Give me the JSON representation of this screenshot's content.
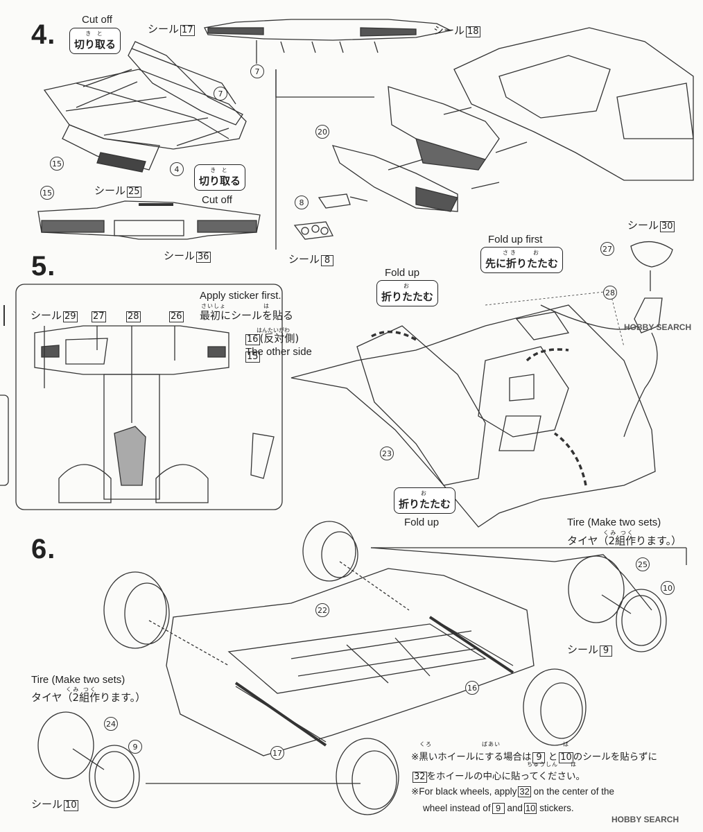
{
  "step4": {
    "number": "4.",
    "cut_off_en_1": "Cut off",
    "cut_off_ruby_1": "き と",
    "cut_off_jp_1": "切り取る",
    "cut_off_ruby_2": "き と",
    "cut_off_jp_2": "切り取る",
    "cut_off_en_2": "Cut off",
    "sticker_17": "シール",
    "sticker_17_num": "17",
    "sticker_18": "シール",
    "sticker_18_num": "18",
    "sticker_25": "シール",
    "sticker_25_num": "25",
    "sticker_36": "シール",
    "sticker_36_num": "36",
    "sticker_8": "シール",
    "sticker_8_num": "8",
    "parts": [
      "7",
      "7",
      "15",
      "4",
      "15",
      "20",
      "8"
    ]
  },
  "step5": {
    "number": "5.",
    "apply_first_en": "Apply sticker first.",
    "apply_first_ruby": "さいしょ　　　　　　は",
    "apply_first_jp": "最初にシールを貼る",
    "other_side_ruby": "はんたいがわ",
    "other_side_part": "16",
    "other_side_jp": "(反対側)",
    "other_side_en": "The other side",
    "part_15": "15",
    "sticker_29": "シール",
    "sticker_29_num": "29",
    "parts_top": [
      "27",
      "28",
      "26"
    ],
    "fold_up_first_en": "Fold up first",
    "fold_up_first_ruby": "さき　　お",
    "fold_up_first_jp": "先に折りたたむ",
    "fold_up_en_1": "Fold up",
    "fold_up_ruby_1": "お",
    "fold_up_jp_1": "折りたたむ",
    "fold_up_ruby_2": "お",
    "fold_up_jp_2": "折りたたむ",
    "fold_up_en_2": "Fold up",
    "part_23": "23",
    "sticker_30": "シール",
    "sticker_30_num": "30",
    "part_27": "27",
    "part_28": "28"
  },
  "step6": {
    "number": "6.",
    "tire_en_right": "Tire (Make two sets)",
    "tire_ruby_right": "くみ つく",
    "tire_jp_right": "タイヤ（2組作ります。）",
    "tire_en_left": "Tire (Make two sets)",
    "tire_ruby_left": "くみ つく",
    "tire_jp_left": "タイヤ（2組作ります。）",
    "part_22": "22",
    "part_16": "16",
    "part_17": "17",
    "part_25": "25",
    "part_10": "10",
    "part_24": "24",
    "part_9": "9",
    "sticker_9": "シール",
    "sticker_9_num": "9",
    "sticker_10": "シール",
    "sticker_10_num": "10",
    "note_jp_ruby": "くろ　　　　　　　　ばあい　　　　　　　　　　は",
    "note_jp_1a": "※黒いホイールにする場合は",
    "note_num_9": "9",
    "note_jp_1b": "と",
    "note_num_10": "10",
    "note_jp_1c": "のシールを貼らずに",
    "note_num_32": "32",
    "note_jp_2": "をホイールの中心に貼ってください。",
    "note_jp_2_ruby": "ちゅうしん　　は",
    "note_en_1a": "※For black wheels, apply",
    "note_en_num_32": "32",
    "note_en_1b": "on the center of the",
    "note_en_2a": "wheel instead of",
    "note_en_num_9": "9",
    "note_en_2b": "and",
    "note_en_num_10": "10",
    "note_en_2c": "stickers."
  },
  "watermark": "HOBBY SEARCH"
}
